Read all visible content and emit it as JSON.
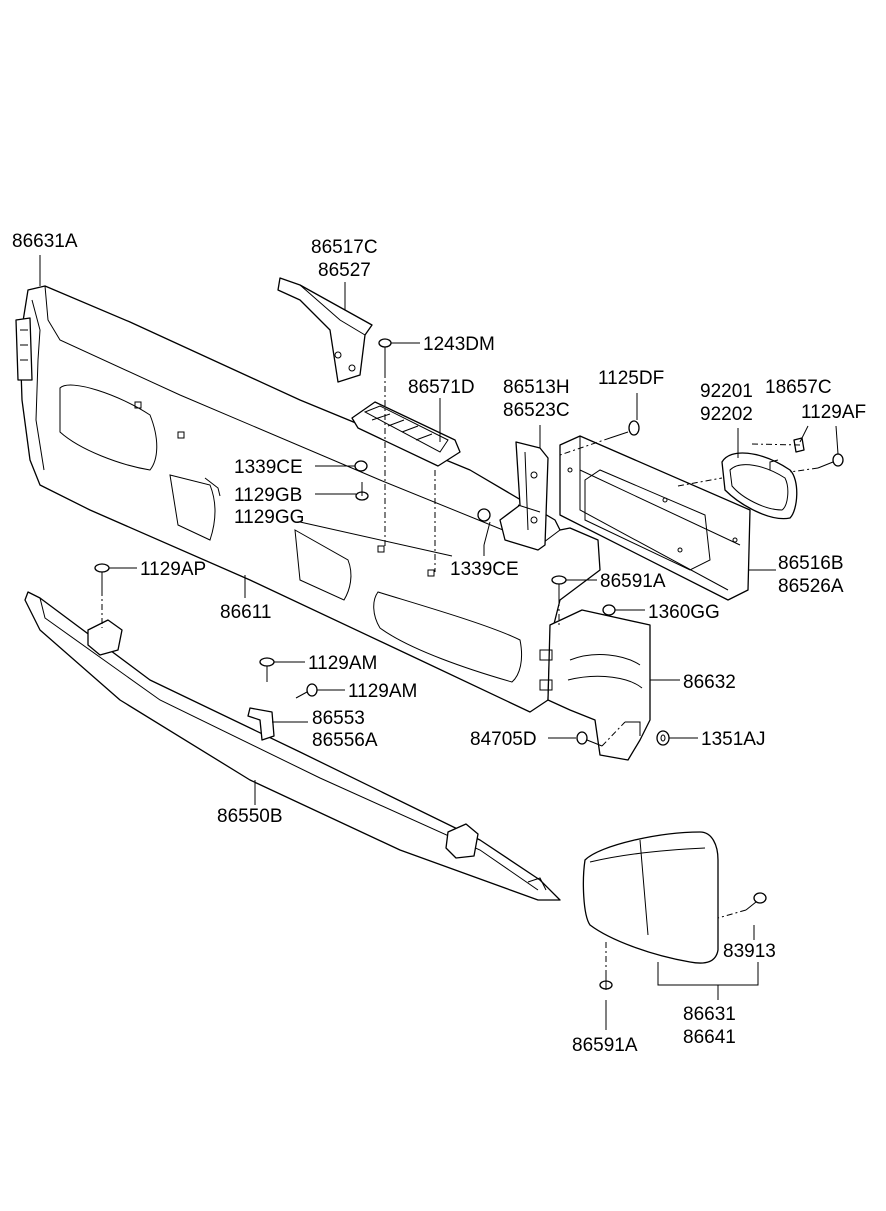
{
  "labels": {
    "p86631A_top": "86631A",
    "p86517C": "86517C",
    "p86527": "86527",
    "p1243DM": "1243DM",
    "p86571D": "86571D",
    "p86513H": "86513H",
    "p86523C": "86523C",
    "p1125DF": "1125DF",
    "p92201": "92201",
    "p92202": "92202",
    "p18657C": "18657C",
    "p1129AF": "1129AF",
    "p1339CE_a": "1339CE",
    "p1129GB": "1129GB",
    "p1129GG": "1129GG",
    "p1339CE_b": "1339CE",
    "p86516B": "86516B",
    "p86526A": "86526A",
    "p1129AP": "1129AP",
    "p86611": "86611",
    "p86591A_a": "86591A",
    "p1360GG": "1360GG",
    "p1129AM_a": "1129AM",
    "p1129AM_b": "1129AM",
    "p86632": "86632",
    "p86553": "86553",
    "p86556A": "86556A",
    "p84705D": "84705D",
    "p1351AJ": "1351AJ",
    "p86550B": "86550B",
    "p83913": "83913",
    "p86631": "86631",
    "p86641": "86641",
    "p86591A_b": "86591A"
  },
  "icons": {
    "bolt": "bolt-icon",
    "nut": "nut-icon",
    "clip": "clip-icon",
    "washer": "washer-icon"
  },
  "colors": {
    "line": "#000000",
    "background": "#ffffff"
  }
}
